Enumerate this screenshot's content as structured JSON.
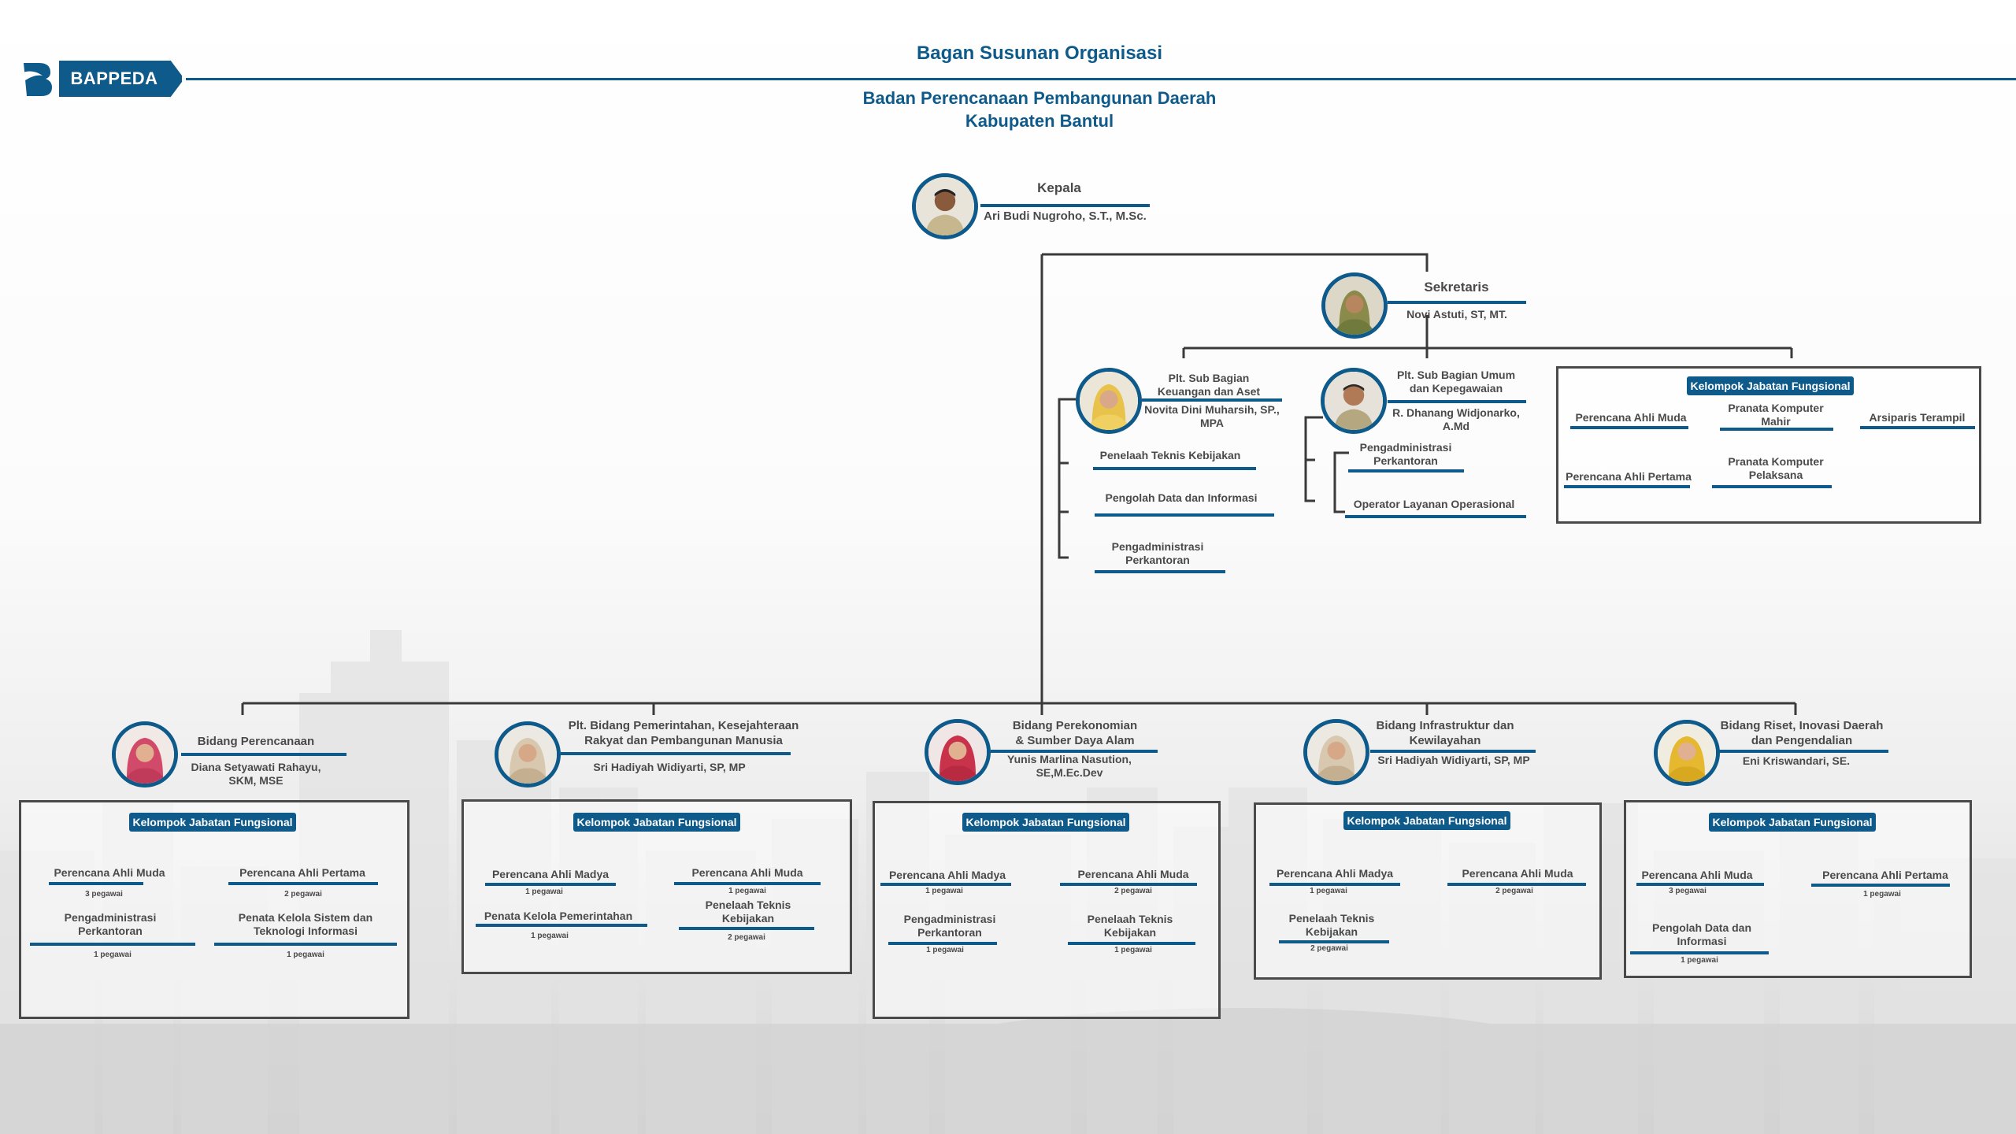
{
  "header": {
    "logo_text": "BAPPEDA",
    "title": "Bagan Susunan Organisasi",
    "subtitle_line1": "Badan Perencanaan Pembangunan Daerah",
    "subtitle_line2": "Kabupaten Bantul"
  },
  "colors": {
    "accent": "#0e5a8a",
    "text": "#4a4a4a",
    "box_border": "#4a4a4a"
  },
  "kepala": {
    "role": "Kepala",
    "name": "Ari Budi Nugroho, S.T., M.Sc."
  },
  "sekretaris": {
    "role": "Sekretaris",
    "name": "Novi Astuti, ST, MT."
  },
  "subbag_keuangan": {
    "role_line1": "Plt. Sub Bagian",
    "role_line2": "Keuangan dan Aset",
    "name_line1": "Novita Dini Muharsih, SP.,",
    "name_line2": "MPA",
    "staff": [
      {
        "line1": "Penelaah Teknis Kebijakan",
        "line2": ""
      },
      {
        "line1": "Pengolah Data dan Informasi",
        "line2": ""
      },
      {
        "line1": "Pengadministrasi",
        "line2": "Perkantoran"
      }
    ]
  },
  "subbag_umum": {
    "role_line1": "Plt. Sub Bagian Umum",
    "role_line2": "dan Kepegawaian",
    "name_line1": "R. Dhanang Widjonarko,",
    "name_line2": "A.Md",
    "staff": [
      {
        "line1": "Pengadministrasi",
        "line2": "Perkantoran"
      },
      {
        "line1": "Operator Layanan Operasional",
        "line2": ""
      }
    ]
  },
  "sekretariat_fungsional": {
    "badge": "Kelompok Jabatan Fungsional",
    "items": [
      {
        "line1": "Perencana Ahli Muda",
        "line2": ""
      },
      {
        "line1": "Pranata Komputer",
        "line2": "Mahir"
      },
      {
        "line1": "Arsiparis Terampil",
        "line2": ""
      },
      {
        "line1": "Perencana Ahli Pertama",
        "line2": ""
      },
      {
        "line1": "Pranata Komputer",
        "line2": "Pelaksana"
      }
    ]
  },
  "bidang": [
    {
      "role_line1": "Bidang Perencanaan",
      "role_line2": "",
      "name_line1": "Diana Setyawati Rahayu,",
      "name_line2": "SKM, MSE",
      "badge": "Kelompok Jabatan Fungsional",
      "items": [
        {
          "line1": "Perencana Ahli Muda",
          "line2": "",
          "count": "3 pegawai"
        },
        {
          "line1": "Perencana Ahli Pertama",
          "line2": "",
          "count": "2 pegawai"
        },
        {
          "line1": "Pengadministrasi",
          "line2": "Perkantoran",
          "count": "1 pegawai"
        },
        {
          "line1": "Penata Kelola Sistem dan",
          "line2": "Teknologi Informasi",
          "count": "1 pegawai"
        }
      ]
    },
    {
      "role_line1": "Plt. Bidang Pemerintahan, Kesejahteraan",
      "role_line2": "Rakyat dan Pembangunan Manusia",
      "name_line1": "Sri Hadiyah Widiyarti, SP, MP",
      "name_line2": "",
      "badge": "Kelompok Jabatan Fungsional",
      "items": [
        {
          "line1": "Perencana Ahli Madya",
          "line2": "",
          "count": "1 pegawai"
        },
        {
          "line1": "Perencana Ahli Muda",
          "line2": "",
          "count": "1 pegawai"
        },
        {
          "line1": "Penata Kelola Pemerintahan",
          "line2": "",
          "count": "1 pegawai"
        },
        {
          "line1": "Penelaah Teknis",
          "line2": "Kebijakan",
          "count": "2 pegawai"
        }
      ]
    },
    {
      "role_line1": "Bidang Perekonomian",
      "role_line2": "& Sumber Daya Alam",
      "name_line1": "Yunis Marlina Nasution,",
      "name_line2": "SE,M.Ec.Dev",
      "badge": "Kelompok Jabatan Fungsional",
      "items": [
        {
          "line1": "Perencana Ahli Madya",
          "line2": "",
          "count": "1 pegawai"
        },
        {
          "line1": "Perencana Ahli Muda",
          "line2": "",
          "count": "2 pegawai"
        },
        {
          "line1": "Pengadministrasi",
          "line2": "Perkantoran",
          "count": "1 pegawai"
        },
        {
          "line1": "Penelaah Teknis",
          "line2": "Kebijakan",
          "count": "1 pegawai"
        }
      ]
    },
    {
      "role_line1": "Bidang Infrastruktur dan",
      "role_line2": "Kewilayahan",
      "name_line1": "Sri Hadiyah Widiyarti, SP, MP",
      "name_line2": "",
      "badge": "Kelompok Jabatan Fungsional",
      "items": [
        {
          "line1": "Perencana Ahli Madya",
          "line2": "",
          "count": "1 pegawai"
        },
        {
          "line1": "Perencana Ahli Muda",
          "line2": "",
          "count": "2 pegawai"
        },
        {
          "line1": "Penelaah Teknis",
          "line2": "Kebijakan",
          "count": "2 pegawai"
        }
      ]
    },
    {
      "role_line1": "Bidang Riset, Inovasi Daerah",
      "role_line2": "dan Pengendalian",
      "name_line1": "Eni Kriswandari, SE.",
      "name_line2": "",
      "badge": "Kelompok Jabatan Fungsional",
      "items": [
        {
          "line1": "Perencana Ahli Muda",
          "line2": "",
          "count": "3 pegawai"
        },
        {
          "line1": "Perencana Ahli Pertama",
          "line2": "",
          "count": "1 pegawai"
        },
        {
          "line1": "Pengolah Data dan",
          "line2": "Informasi",
          "count": "1 pegawai"
        }
      ]
    }
  ]
}
